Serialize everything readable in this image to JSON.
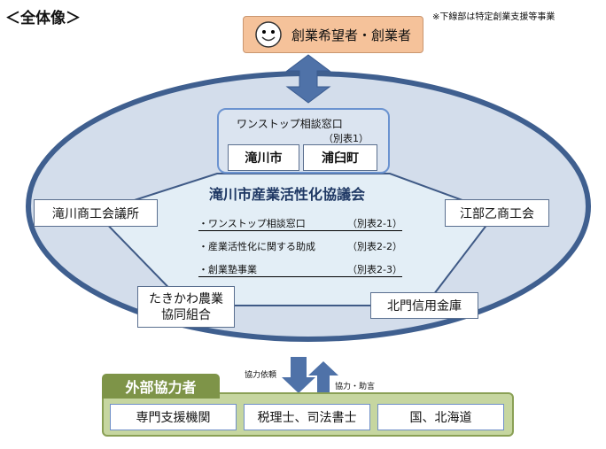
{
  "heading": "＜全体像＞",
  "note": "※下線部は特定創業支援等事業",
  "founder": {
    "icon": "smiley-face-icon",
    "label": "創業希望者・創業者"
  },
  "onestop": {
    "title": "ワンストップ相談窓口",
    "ref": "（別表1）",
    "cities": [
      "滝川市",
      "浦臼町"
    ]
  },
  "council": {
    "title": "滝川市産業活性化協議会",
    "items": [
      {
        "label": "・ワンストップ相談窓口",
        "ref": "（別表2-1）"
      },
      {
        "label": "・産業活性化に関する助成",
        "ref": "（別表2-2）"
      },
      {
        "label": "・創業塾事業",
        "ref": "（別表2-3）"
      }
    ]
  },
  "members": [
    "滝川商工会議所",
    "江部乙商工会",
    "たきかわ農業\n協同組合",
    "北門信用金庫"
  ],
  "arrows": {
    "down": "協力依頼",
    "up": "協力・助言"
  },
  "external": {
    "title": "外部協力者",
    "items": [
      "専門支援機関",
      "税理士、司法書士",
      "国、北海道"
    ]
  }
}
